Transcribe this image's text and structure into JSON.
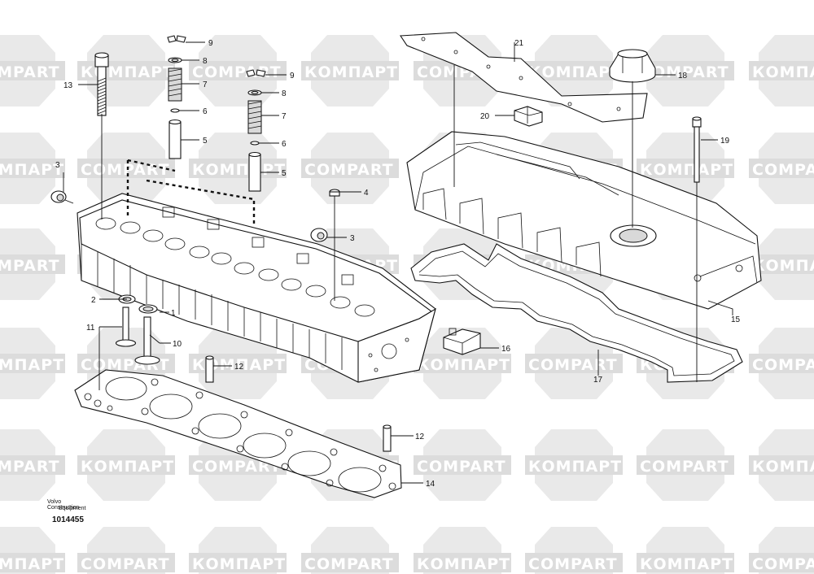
{
  "watermarks": {
    "latin": "COMPART",
    "cyrillic": "КОМПАРТ"
  },
  "callouts": [
    {
      "id": "c1",
      "label": "1"
    },
    {
      "id": "c2",
      "label": "2"
    },
    {
      "id": "c3a",
      "label": "3"
    },
    {
      "id": "c3b",
      "label": "3"
    },
    {
      "id": "c4",
      "label": "4"
    },
    {
      "id": "c5a",
      "label": "5"
    },
    {
      "id": "c5b",
      "label": "5"
    },
    {
      "id": "c6a",
      "label": "6"
    },
    {
      "id": "c6b",
      "label": "6"
    },
    {
      "id": "c7a",
      "label": "7"
    },
    {
      "id": "c7b",
      "label": "7"
    },
    {
      "id": "c8a",
      "label": "8"
    },
    {
      "id": "c8b",
      "label": "8"
    },
    {
      "id": "c9a",
      "label": "9"
    },
    {
      "id": "c9b",
      "label": "9"
    },
    {
      "id": "c10",
      "label": "10"
    },
    {
      "id": "c11",
      "label": "11"
    },
    {
      "id": "c12a",
      "label": "12"
    },
    {
      "id": "c12b",
      "label": "12"
    },
    {
      "id": "c13",
      "label": "13"
    },
    {
      "id": "c14",
      "label": "14"
    },
    {
      "id": "c15",
      "label": "15"
    },
    {
      "id": "c16",
      "label": "16"
    },
    {
      "id": "c17",
      "label": "17"
    },
    {
      "id": "c18",
      "label": "18"
    },
    {
      "id": "c19",
      "label": "19"
    },
    {
      "id": "c20",
      "label": "20"
    },
    {
      "id": "c21",
      "label": "21"
    }
  ],
  "footer": {
    "maker_line1": "Volvo Construction",
    "maker_line2": "Equipment",
    "drawing_number": "1014455"
  }
}
